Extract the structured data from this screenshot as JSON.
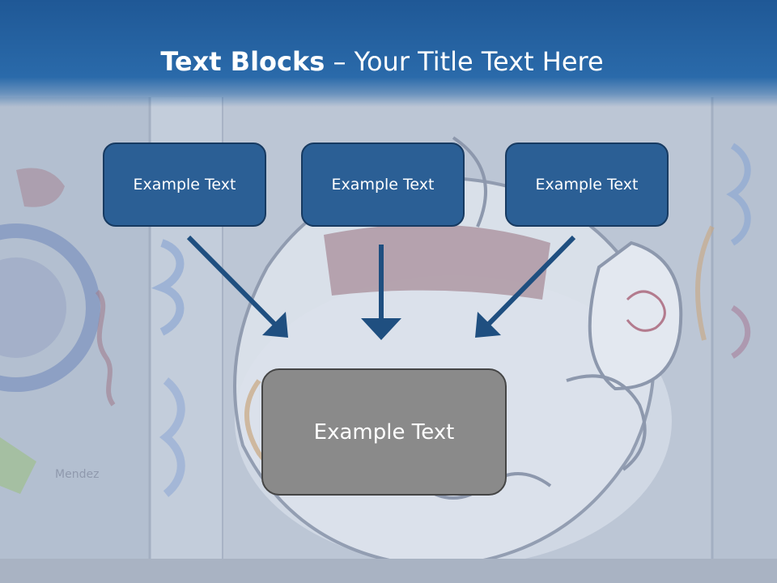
{
  "slide": {
    "title_bold": "Text Blocks",
    "title_dash": " – ",
    "title_rest": "Your Title Text Here",
    "top_boxes": [
      {
        "label": "Example Text"
      },
      {
        "label": "Example Text"
      },
      {
        "label": "Example Text"
      }
    ],
    "bottom_box": {
      "label": "Example Text"
    }
  },
  "colors": {
    "header_blue": "#2a6aaa",
    "box_blue": "#2b5f95",
    "box_blue_border": "#173a61",
    "arrow_blue": "#1f4f80",
    "box_gray": "#8a8a8a",
    "box_gray_border": "#454545",
    "text_white": "#ffffff"
  }
}
